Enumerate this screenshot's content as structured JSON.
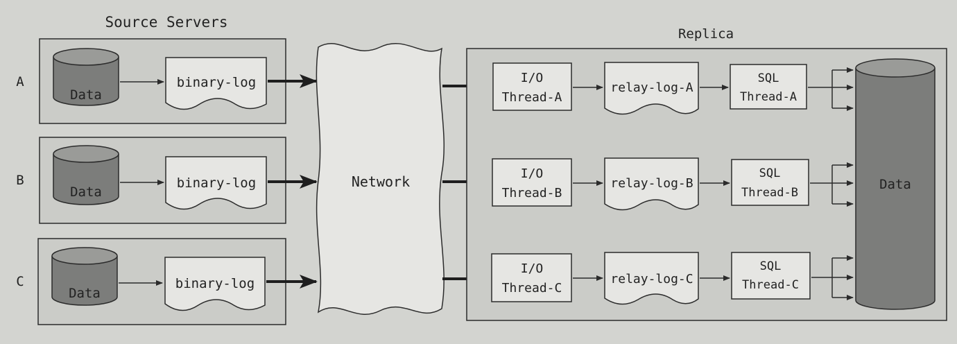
{
  "source_servers": {
    "title": "Source Servers",
    "rows": [
      {
        "label": "A",
        "data": "Data",
        "log": "binary-log"
      },
      {
        "label": "B",
        "data": "Data",
        "log": "binary-log"
      },
      {
        "label": "C",
        "data": "Data",
        "log": "binary-log"
      }
    ]
  },
  "network": {
    "label": "Network"
  },
  "replica": {
    "title": "Replica",
    "rows": [
      {
        "io": [
          "I/O",
          "Thread-A"
        ],
        "relay": "relay-log-A",
        "sql": [
          "SQL",
          "Thread-A"
        ]
      },
      {
        "io": [
          "I/O",
          "Thread-B"
        ],
        "relay": "relay-log-B",
        "sql": [
          "SQL",
          "Thread-B"
        ]
      },
      {
        "io": [
          "I/O",
          "Thread-C"
        ],
        "relay": "relay-log-C",
        "sql": [
          "SQL",
          "Thread-C"
        ]
      }
    ],
    "data": "Data"
  },
  "colors": {
    "background": "#d3d4d0",
    "panel": "#cbccc8",
    "box_fill": "#e6e6e3",
    "cylinder": "#7c7d7b",
    "cylinder_top": "#9a9b98",
    "stroke": "#2b2b2b"
  }
}
